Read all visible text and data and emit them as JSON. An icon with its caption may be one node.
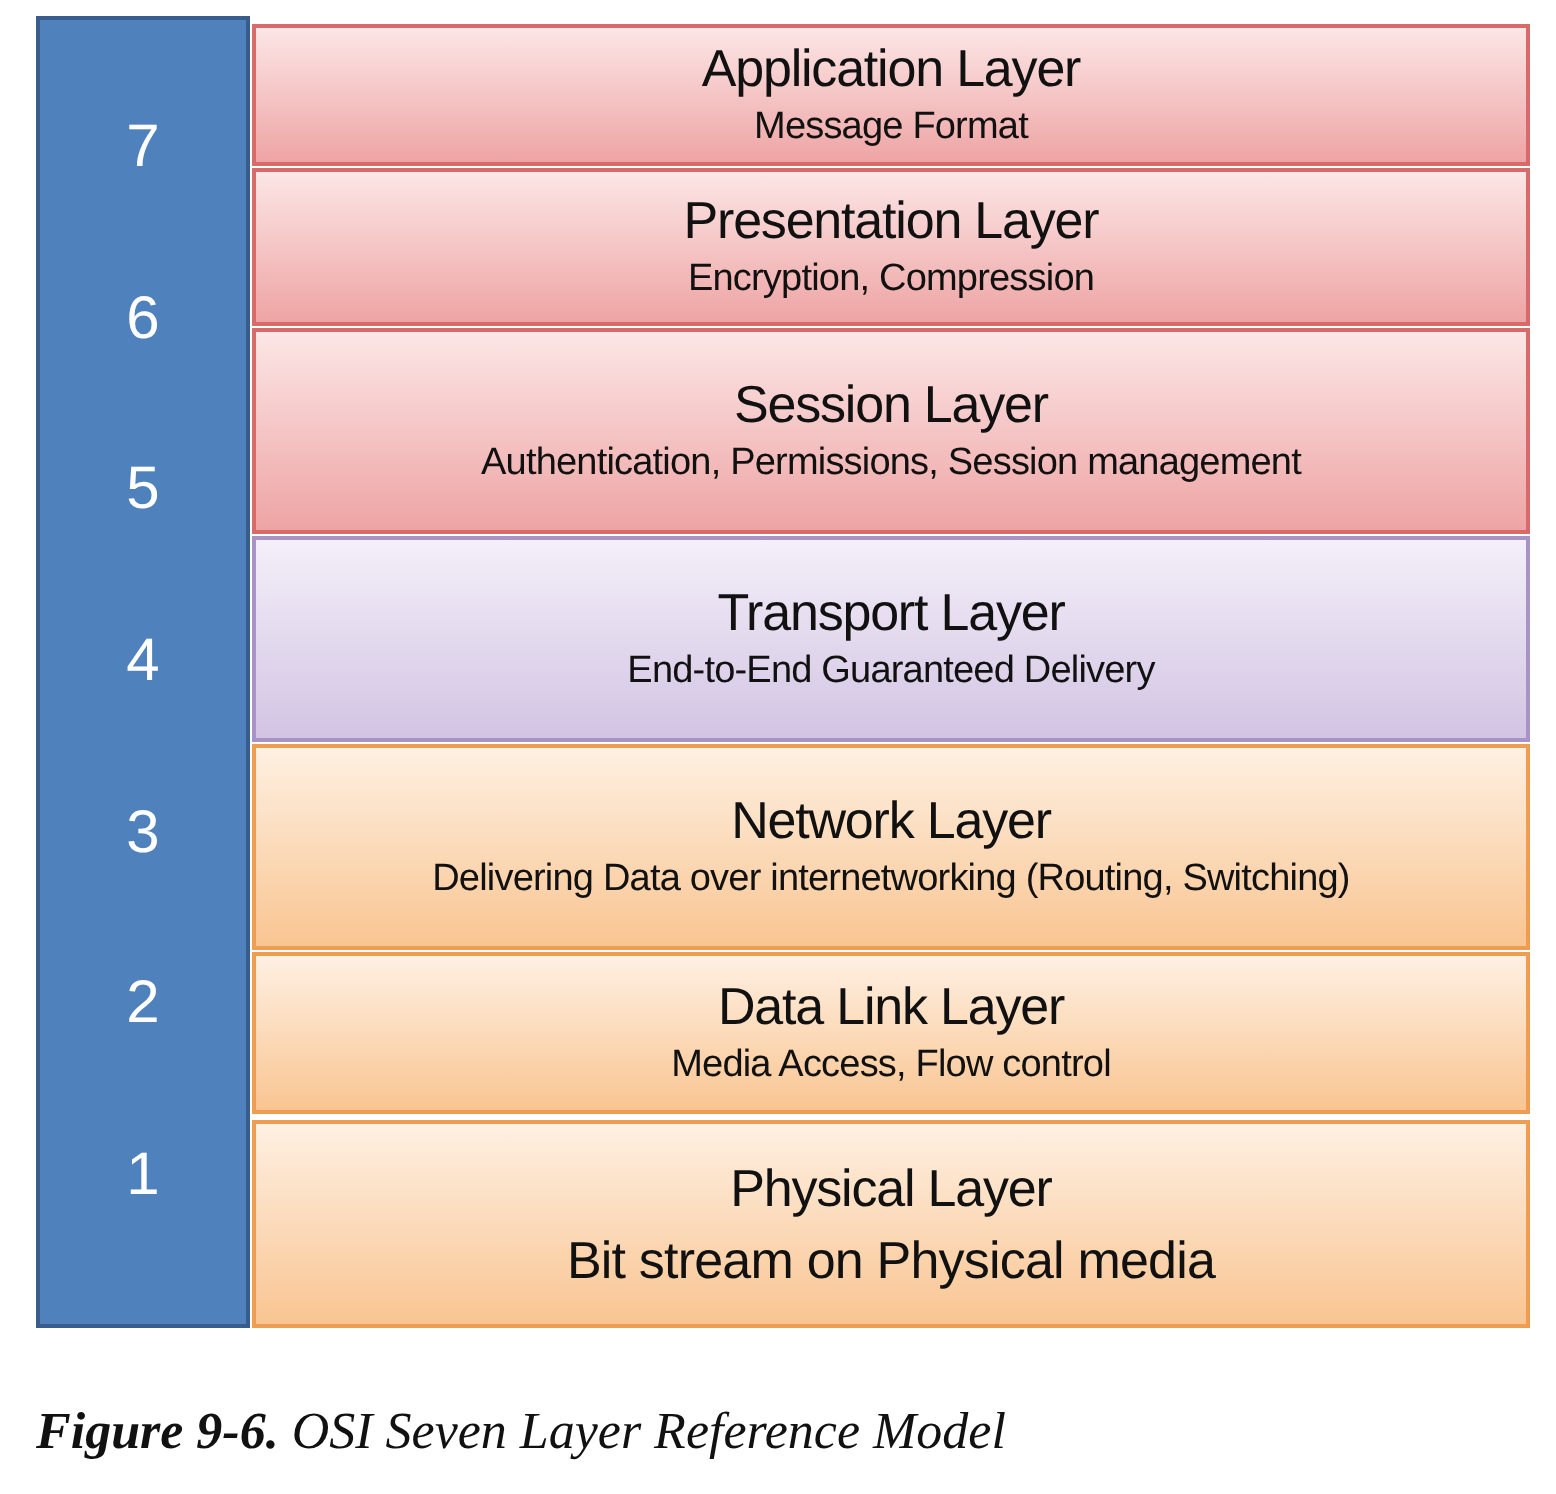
{
  "diagram": {
    "caption": "**Figure 9-6.** OSI Seven Layer Reference Model",
    "nodes": [
      {
        "text": [
          "7",
          "6",
          "5",
          "4",
          "3",
          "2",
          "1"
        ]
      },
      {
        "text": [
          "Application Layer",
          "Message Format"
        ]
      },
      {
        "text": [
          "Presentation Layer",
          "Encryption, Compression"
        ]
      },
      {
        "text": [
          "Session Layer",
          "Authentication, Permissions, Session management"
        ]
      },
      {
        "text": [
          "Transport Layer",
          "End-to-End Guaranteed Delivery"
        ]
      },
      {
        "text": [
          "Network Layer",
          "Delivering Data over internetworking (Routing, Switching)"
        ]
      },
      {
        "text": [
          "Data Link Layer",
          "Media Access, Flow control"
        ]
      },
      {
        "text": [
          "Physical Layer",
          "Bit stream on Physical media"
        ]
      }
    ]
  }
}
